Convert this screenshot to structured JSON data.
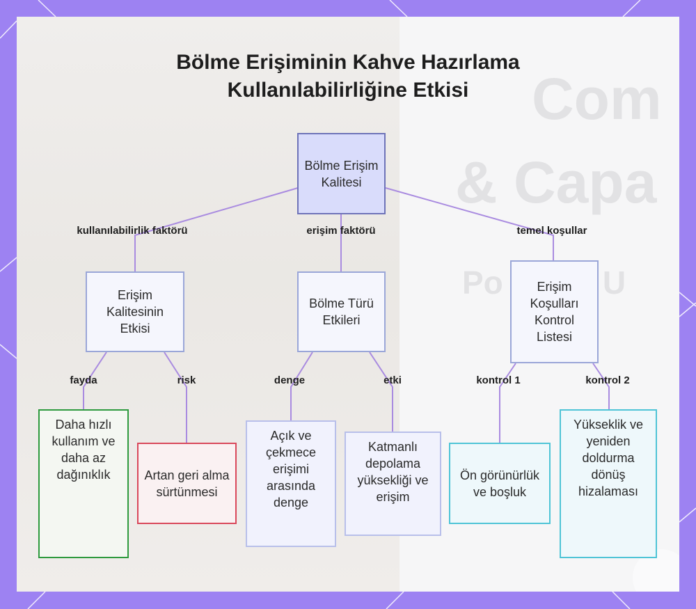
{
  "title": {
    "line1": "Bölme Erişiminin Kahve Hazırlama",
    "line2": "Kullanılabilirliğine Etkisi"
  },
  "nodes": {
    "root": "Bölme Erişim Kalitesi",
    "mid_left": "Erişim Kalitesinin Etkisi",
    "mid_center": "Bölme Türü Etkileri",
    "mid_right": "Erişim Koşulları Kontrol Listesi",
    "leaf_1": "Daha hızlı kullanım ve daha az dağınıklık",
    "leaf_2": "Artan geri alma sürtünmesi",
    "leaf_3": "Açık ve çekmece erişimi arasında denge",
    "leaf_4": "Katmanlı depolama yüksekliği ve erişim",
    "leaf_5": "Ön görünürlük ve boşluk",
    "leaf_6": "Yükseklik ve yeniden doldurma dönüş hizalaması"
  },
  "edge_labels": {
    "left": "kullanılabilirlik faktörü",
    "center": "erişim faktörü",
    "right": "temel koşullar",
    "fayda": "fayda",
    "risk": "risk",
    "denge": "denge",
    "etki": "etki",
    "kontrol1": "kontrol 1",
    "kontrol2": "kontrol 2"
  },
  "colors": {
    "frame": "#9d82f2",
    "edge": "#a98be0",
    "root_fill": "#d9dcfb",
    "green": "#2e9a3e",
    "red": "#d9475a",
    "cyan": "#4ec4d6"
  }
}
